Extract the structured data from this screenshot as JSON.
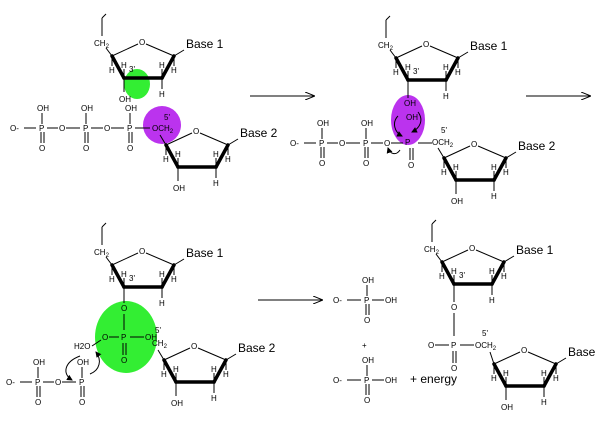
{
  "colors": {
    "highlight_green": "#33ee33",
    "highlight_purple": "#bb33ee",
    "ink": "#000000",
    "background": "#ffffff"
  },
  "labels": {
    "base1": "Base 1",
    "base2": "Base 2",
    "ch2": "CH",
    "sub2": "2",
    "h": "H",
    "oh": "OH",
    "o": "O",
    "p": "P",
    "ominus": "O-",
    "prime3": "3'",
    "prime5": "5'",
    "och2": "OCH",
    "ho": "HO",
    "h2o": "H2O",
    "plus": "+",
    "plus_energy": "+ energy"
  },
  "arrows": [
    "reaction-arrow-1",
    "reaction-arrow-2",
    "reaction-arrow-3"
  ]
}
